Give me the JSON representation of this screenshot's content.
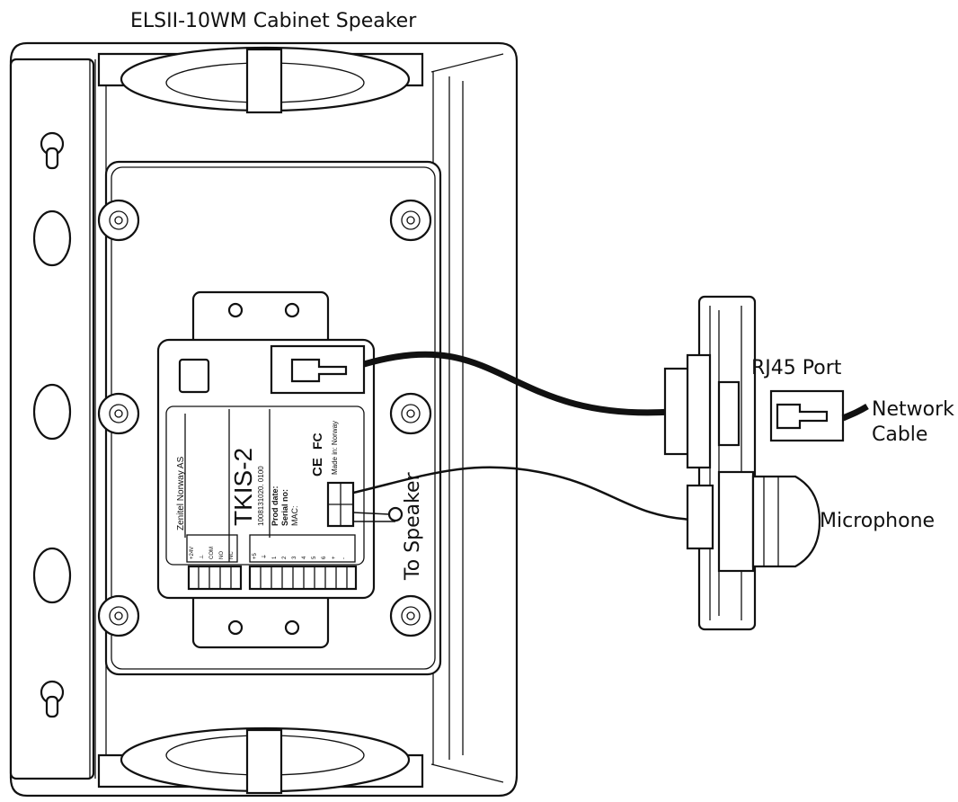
{
  "title": "ELSII-10WM Cabinet Speaker",
  "callouts": {
    "rj45": "RJ45 Port",
    "network_cable_line1": "Network",
    "network_cable_line2": "Cable",
    "microphone": "Microphone",
    "to_speaker": "To Speaker"
  },
  "module_label": {
    "manufacturer": "Zenitel Norway AS",
    "model": "TKIS-2",
    "part_number": "1008131020. 0100",
    "prod_date": "Prod date:",
    "serial_no": "Serial no:",
    "mac": "MAC:",
    "made_in": "Made in: Norway",
    "ce_mark": "CE",
    "fc_mark": "FC",
    "terminals_left": [
      "+24V",
      "⊥",
      "COM",
      "NO",
      "NC"
    ],
    "terminals_right": [
      "+5",
      "⏚",
      "1",
      "2",
      "3",
      "4",
      "5",
      "6",
      "+",
      "-"
    ]
  },
  "colors": {
    "line": "#111111",
    "background": "#ffffff"
  }
}
